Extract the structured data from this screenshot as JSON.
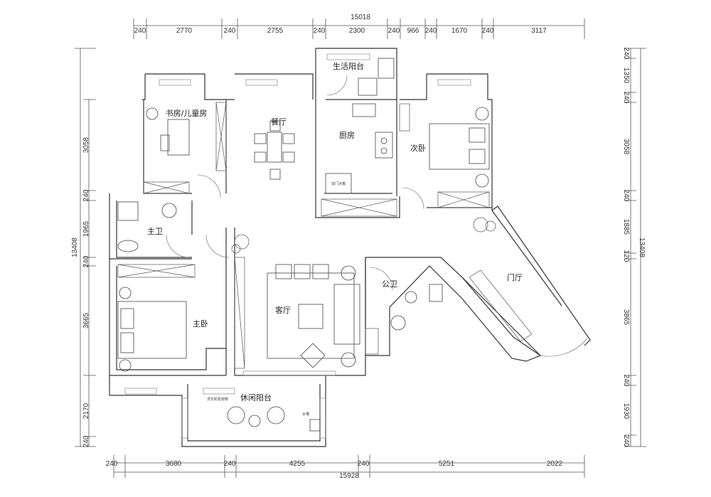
{
  "rooms": {
    "study": "书房/儿童房",
    "dining": "餐厅",
    "utility_balcony": "生活阳台",
    "kitchen": "厨房",
    "second_bedroom": "次卧",
    "master_bath": "主卫",
    "living": "客厅",
    "public_bath": "公卫",
    "foyer": "门厅",
    "master_bedroom": "主卧",
    "leisure_balcony": "休闲阳台"
  },
  "small_labels": {
    "kitchen_cabinet": "双门冰箱",
    "balcony_cabinet": "洗衣机柜储物",
    "balcony_sink": "水槽"
  },
  "dims": {
    "top_total": "15018",
    "top": [
      "240",
      "2770",
      "240",
      "2755",
      "240",
      "2300",
      "240",
      "966",
      "240",
      "1670",
      "240",
      "3117"
    ],
    "bottom_total": "15928",
    "bottom": [
      "240",
      "3680",
      "240",
      "4255",
      "240",
      "5251",
      "2022"
    ],
    "left_total": "13408",
    "left": [
      "3058",
      "240",
      "1965",
      "240",
      "3665",
      "2170",
      "240"
    ],
    "right_total": "13408",
    "right": [
      "240",
      "1350",
      "240",
      "3058",
      "240",
      "1885",
      "120",
      "3865",
      "240",
      "1930",
      "240"
    ]
  }
}
